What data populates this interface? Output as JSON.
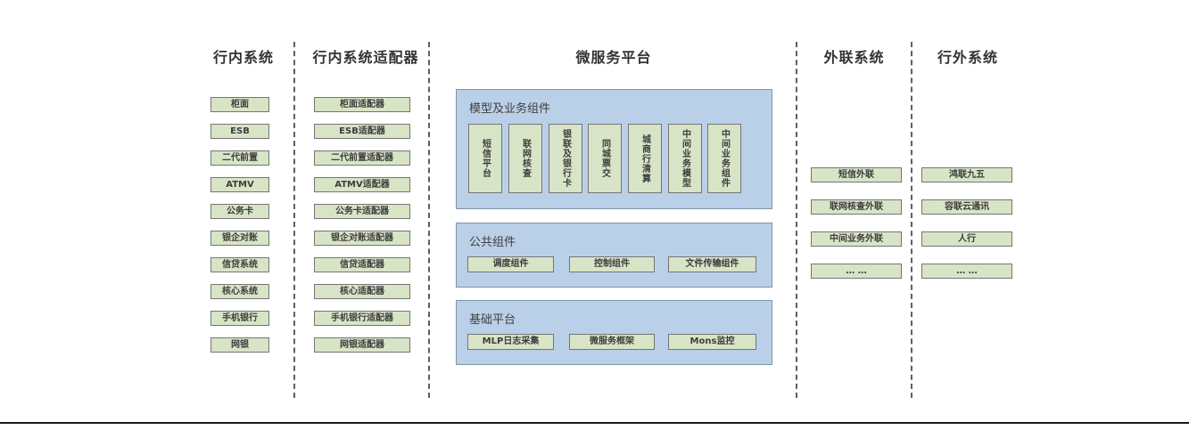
{
  "headers": {
    "internal": "行内系统",
    "adapters": "行内系统适配器",
    "platform": "微服务平台",
    "external": "外联系统",
    "outside": "行外系统"
  },
  "columns": {
    "internal": {
      "title": "行内系统",
      "items": [
        "柜面",
        "ESB",
        "二代前置",
        "ATMV",
        "公务卡",
        "银企对账",
        "信贷系统",
        "核心系统",
        "手机银行",
        "网银"
      ]
    },
    "adapters": {
      "title": "行内系统适配器",
      "items": [
        "柜面适配器",
        "ESB适配器",
        "二代前置适配器",
        "ATMV适配器",
        "公务卡适配器",
        "银企对账适配器",
        "信贷适配器",
        "核心适配器",
        "手机银行适配器",
        "网银适配器"
      ]
    },
    "external": {
      "title": "外联系统",
      "items": [
        "短信外联",
        "联网核查外联",
        "中间业务外联",
        "… …"
      ]
    },
    "outside": {
      "title": "行外系统",
      "items": [
        "鸿联九五",
        "容联云通讯",
        "人行",
        "… …"
      ]
    }
  },
  "platform": {
    "title": "微服务平台",
    "sections": {
      "model": {
        "title": "模型及业务组件",
        "items": [
          "短信平台",
          "联网核查",
          "银联及银行卡",
          "同城票交",
          "城商行清算",
          "中间业务模型",
          "中间业务组件"
        ]
      },
      "common": {
        "title": "公共组件",
        "items": [
          "调度组件",
          "控制组件",
          "文件传输组件"
        ]
      },
      "base": {
        "title": "基础平台",
        "items": [
          "MLP日志采集",
          "微服务框架",
          "Mons监控"
        ]
      }
    }
  },
  "colors": {
    "box_fill": "#d8e4c6",
    "box_border": "#757575",
    "section_fill": "#bad0e8",
    "section_border": "#8193a6",
    "separator": "#5f5f5f",
    "text": "#3d3d3d",
    "header_text": "#333333",
    "bottom_rule": "#1a1a1a"
  }
}
